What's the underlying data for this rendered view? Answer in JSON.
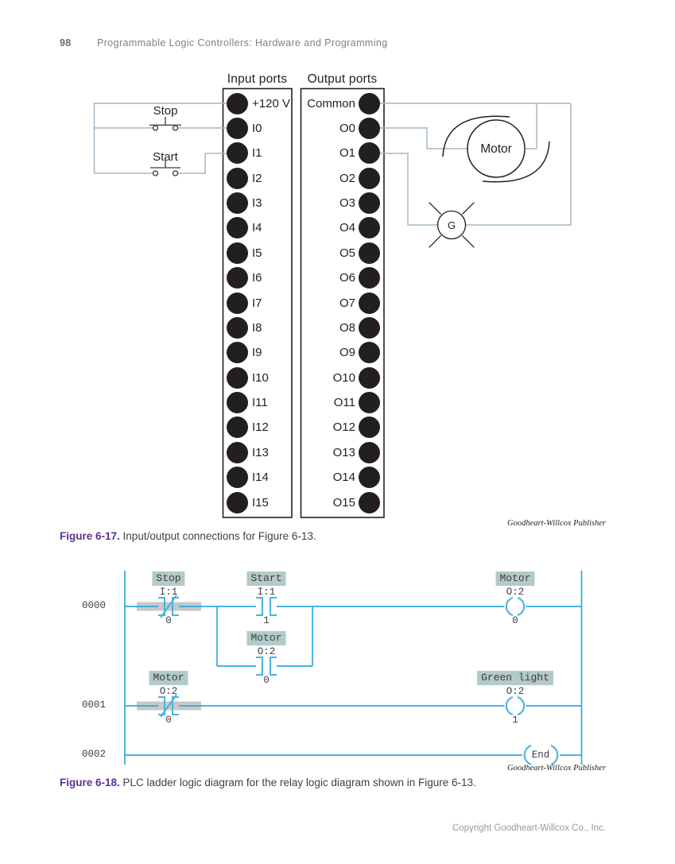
{
  "page": {
    "number": "98",
    "header": "Programmable Logic Controllers: Hardware and Programming",
    "copyright": "Copyright Goodheart-Willcox Co., Inc."
  },
  "colors": {
    "ink": "#231f20",
    "wire_blue_gray": "#a2b7c5",
    "ladder_blue": "#2fa9e0",
    "ladder_symbol_blue": "#49b4e2",
    "highlight_label_bg": "#b2cac9",
    "highlight_band_gray": "#c8c8c8",
    "caption_purple": "#5f3191",
    "header_gray": "#7e8083"
  },
  "figure17": {
    "label": "Figure 6-17.",
    "caption": "Input/output connections for Figure 6-13.",
    "credit": "Goodheart-Willcox Publisher",
    "input_header": "Input ports",
    "output_header": "Output ports",
    "input_ports": [
      "+120 V",
      "I0",
      "I1",
      "I2",
      "I3",
      "I4",
      "I5",
      "I6",
      "I7",
      "I8",
      "I9",
      "I10",
      "I11",
      "I12",
      "I13",
      "I14",
      "I15"
    ],
    "output_ports": [
      "Common",
      "O0",
      "O1",
      "O2",
      "O3",
      "O4",
      "O5",
      "O6",
      "O7",
      "O8",
      "O9",
      "O10",
      "O11",
      "O12",
      "O13",
      "O14",
      "O15"
    ],
    "stop_label": "Stop",
    "start_label": "Start",
    "motor_label": "Motor",
    "lamp_label": "G"
  },
  "figure18": {
    "label": "Figure 6-18.",
    "caption": "PLC ladder logic diagram for the relay logic diagram shown in Figure 6-13.",
    "credit": "Goodheart-Willcox Publisher",
    "rung_numbers": [
      "0000",
      "0001",
      "0002"
    ],
    "elements": [
      {
        "role": "stop-nc-contact",
        "label": "Stop",
        "address": "I:1",
        "bit": "0"
      },
      {
        "role": "start-no-contact",
        "label": "Start",
        "address": "I:1",
        "bit": "1"
      },
      {
        "role": "motor-output-coil",
        "label": "Motor",
        "address": "O:2",
        "bit": "0"
      },
      {
        "role": "motor-seal-in-contact",
        "label": "Motor",
        "address": "O:2",
        "bit": "0"
      },
      {
        "role": "motor-nc-contact",
        "label": "Motor",
        "address": "O:2",
        "bit": "0"
      },
      {
        "role": "green-light-output-coil",
        "label": "Green light",
        "address": "O:2",
        "bit": "1"
      }
    ],
    "end_label": "End"
  }
}
